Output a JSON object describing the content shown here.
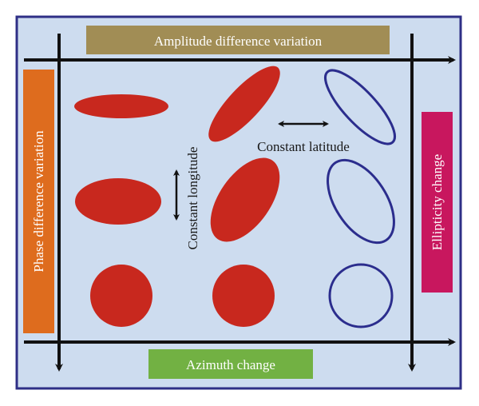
{
  "labels": {
    "amplitude": "Amplitude difference variation",
    "azimuth": "Azimuth change",
    "phase": "Phase difference variation",
    "ellipticity": "Ellipticity change",
    "constant_latitude": "Constant latitude",
    "constant_longitude": "Constant longitude"
  },
  "colors": {
    "background": "#cddcef",
    "frame": "#2e2f86",
    "arrow": "#111111",
    "amplitude_box": "#a18d55",
    "azimuth_box": "#72b143",
    "phase_box": "#de6c1e",
    "ellipticity_box": "#c8175e",
    "filled_ellipse": "#c8281e",
    "outline_ellipse": "#2b2d8d"
  }
}
